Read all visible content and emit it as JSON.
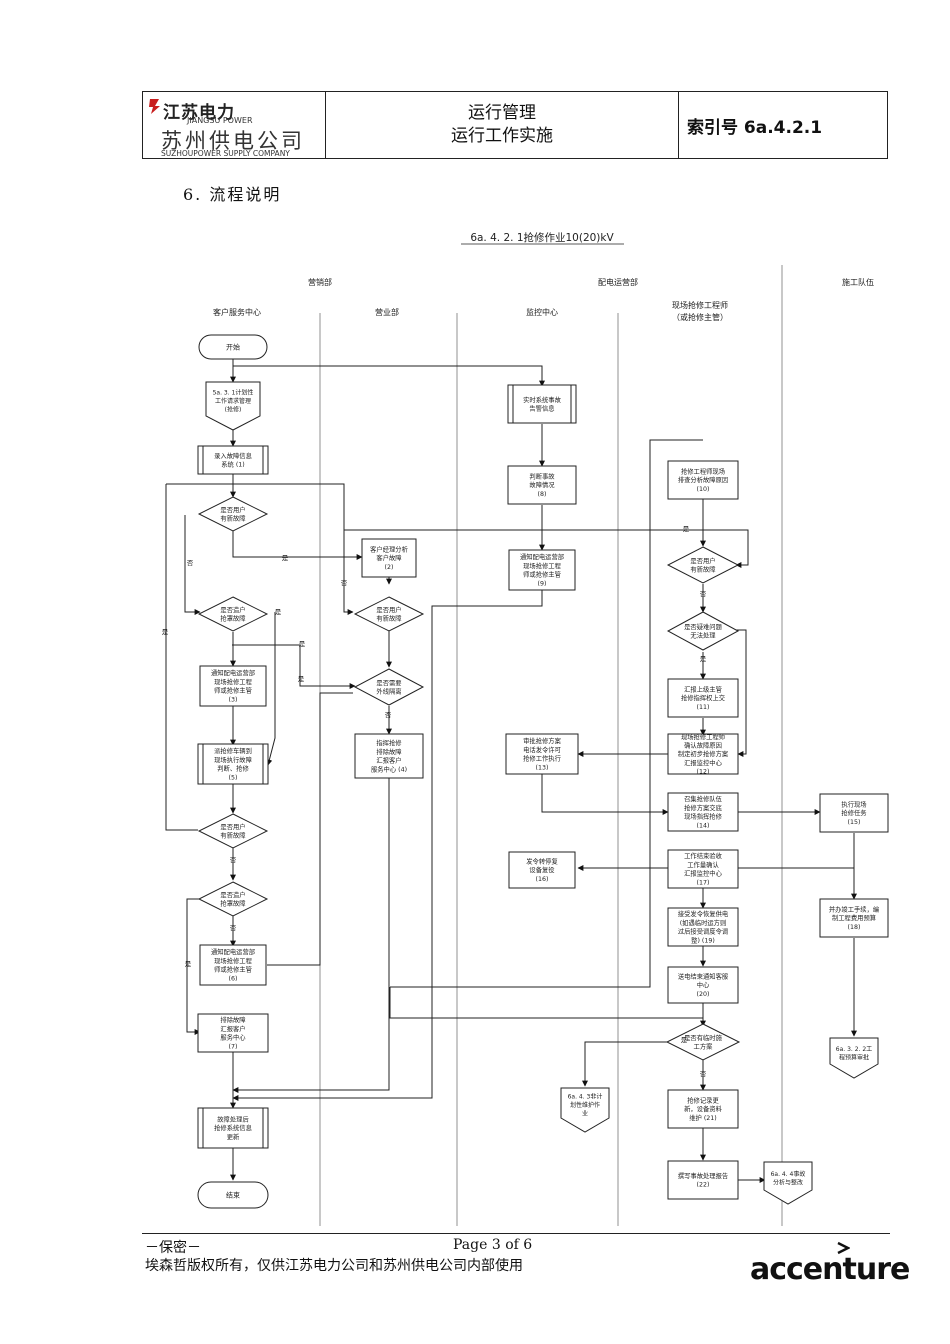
{
  "header": {
    "logo": {
      "company_top": "江苏电力",
      "company_top_en": "JIANGSU POWER",
      "company_cn": "苏州供电公司",
      "company_en": "SUZHOUPOWER SUPPLY COMPANY"
    },
    "title_line1": "运行管理",
    "title_line2": "运行工作实施",
    "index_label": "索引号 6a.4.2.1"
  },
  "section_heading": "6. 流程说明",
  "flow": {
    "title": "6a. 4. 2. 1抢修作业10(20)kV",
    "departments": [
      "营销部",
      "配电运营部",
      "施工队伍"
    ],
    "lanes": [
      "客户服务中心",
      "营业部",
      "监控中心",
      "现场抢修工程师",
      "（或抢修主管）"
    ],
    "nodes": {
      "start": "开始",
      "ref_531": [
        "5a. 3. 1计划性",
        "工作请求管理",
        "(抢修)"
      ],
      "n1": [
        "录入故障信息",
        "系统 (1)"
      ],
      "d_user_fault1": [
        "是否用户",
        "有新故障"
      ],
      "d_outage1": [
        "是否造户",
        "抢罩故障"
      ],
      "n3": [
        "通知配电运营部",
        "现场抢修工程",
        "师或抢修主管",
        "(3)"
      ],
      "n5": [
        "派抢修车辆到",
        "现场执行故障",
        "判断、抢修",
        "(5)"
      ],
      "d_user_fault2": [
        "是否用户",
        "有新故障"
      ],
      "d_outage2": [
        "是否造户",
        "抢罩故障"
      ],
      "n6": [
        "通知配电运营部",
        "现场抢修工程",
        "师或抢修主管",
        "(6)"
      ],
      "n7": [
        "排除故障",
        "汇报客户",
        "服务中心",
        "(7)"
      ],
      "n_update": [
        "故障处理后",
        "抢修系统信息",
        "更新"
      ],
      "end": "结束",
      "n2": [
        "客户经理分析",
        "客户故障",
        "(2)"
      ],
      "d_user_fault3": [
        "是否用户",
        "有新故障"
      ],
      "d_isolate": [
        "是否需要",
        "外线隔离"
      ],
      "n4": [
        "指挥抢修",
        "排除故障",
        "汇报客户",
        "服务中心 (4)"
      ],
      "n_realtime": [
        "实时系统事故",
        "告警信息"
      ],
      "n8": [
        "判断事故",
        "故障情况",
        "(8)"
      ],
      "n9": [
        "通知配电运营部",
        "现场抢修工程",
        "师或抢修主管",
        "(9)"
      ],
      "n13": [
        "审批抢修方案",
        "电话发令许可",
        "抢修工作执行",
        "(13)"
      ],
      "n16": [
        "发令转停复",
        "设备复役",
        "(16)"
      ],
      "n10": [
        "抢修工程师现场",
        "排查分析故障原因",
        "(10)"
      ],
      "d_user_fault4": [
        "是否用户",
        "有新故障"
      ],
      "d_difficult": [
        "是否疑难问题",
        "无法处理"
      ],
      "n11": [
        "汇报上级主管",
        "抢修指挥权上交",
        "(11)"
      ],
      "n12": [
        "现场抢修工程师",
        "确认故障原因",
        "制定初步抢修方案",
        "汇报监控中心",
        "(12)"
      ],
      "n14": [
        "召集抢修队伍",
        "抢修方案交底",
        "现场指挥抢修",
        "(14)"
      ],
      "n17": [
        "工作结束验收",
        "工作量确认",
        "汇报监控中心",
        "(17)"
      ],
      "n19": [
        "接受发令恢复供电",
        "(如遇临时运方则",
        "过后接受调度令调",
        "整) (19)"
      ],
      "n20": [
        "送电结束通知客服",
        "中心",
        "(20)"
      ],
      "d_temp": [
        "是否有临时施",
        "工方案"
      ],
      "ref_643": [
        "6a. 4. 3非计",
        "划性维护作",
        "业"
      ],
      "n21": [
        "抢修记录更",
        "新，设备资料",
        "维护 (21)"
      ],
      "n22": [
        "撰写事故处理报告",
        "(22)"
      ],
      "ref_644": [
        "6a. 4. 4事故",
        "分析与整改"
      ],
      "n15": [
        "执行现场",
        "抢修任务",
        "(15)"
      ],
      "n18": [
        "并办竣工手续，编",
        "制工程费用预算",
        "(18)"
      ],
      "ref_322": [
        "6a. 3. 2. 2工",
        "程预算审批"
      ]
    },
    "edge_labels": {
      "yes": "是",
      "no": "否"
    }
  },
  "footer": {
    "confidential": "－保密－",
    "page": "Page 3 of 6",
    "copyright": "埃森哲版权所有，仅供江苏电力公司和苏州供电公司内部使用",
    "brand": "accenture"
  }
}
